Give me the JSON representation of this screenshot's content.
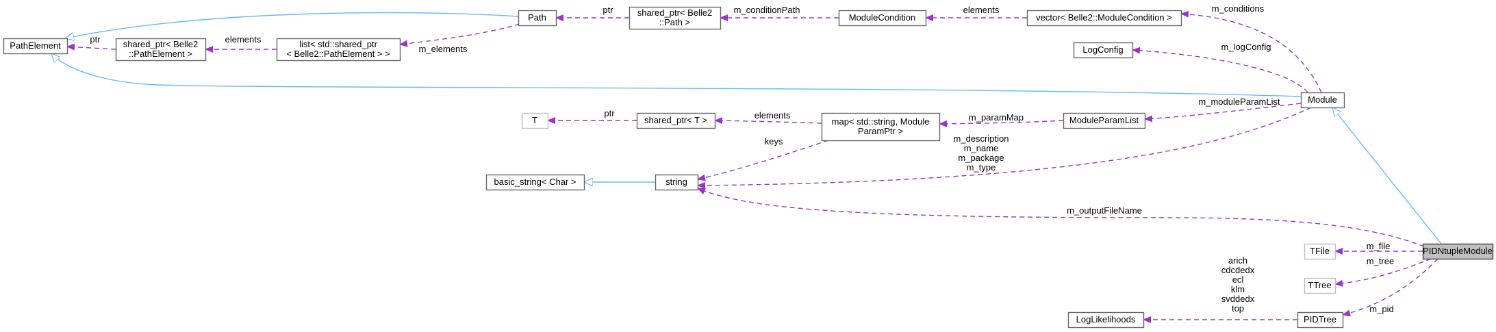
{
  "nodes": [
    {
      "id": "pathelement",
      "lines": [
        "PathElement"
      ]
    },
    {
      "id": "shared-ptr-pathelement",
      "lines": [
        "shared_ptr< Belle2",
        "::PathElement >"
      ]
    },
    {
      "id": "list-shared-ptr",
      "lines": [
        "list< std::shared_ptr",
        "< Belle2::PathElement > >"
      ]
    },
    {
      "id": "path",
      "lines": [
        "Path"
      ]
    },
    {
      "id": "shared-ptr-path",
      "lines": [
        "shared_ptr< Belle2",
        "::Path >"
      ]
    },
    {
      "id": "modulecondition",
      "lines": [
        "ModuleCondition"
      ]
    },
    {
      "id": "vector-modulecondition",
      "lines": [
        "vector< Belle2::ModuleCondition >"
      ]
    },
    {
      "id": "logconfig",
      "lines": [
        "LogConfig"
      ]
    },
    {
      "id": "module",
      "lines": [
        "Module"
      ]
    },
    {
      "id": "t",
      "lines": [
        "T"
      ],
      "style": "gray"
    },
    {
      "id": "shared-ptr-t",
      "lines": [
        "shared_ptr< T >"
      ]
    },
    {
      "id": "map-paramptr",
      "lines": [
        "map< std::string, Module",
        "ParamPtr >"
      ]
    },
    {
      "id": "moduleparamlist",
      "lines": [
        "ModuleParamList"
      ]
    },
    {
      "id": "basic-string",
      "lines": [
        "basic_string< Char >"
      ]
    },
    {
      "id": "string",
      "lines": [
        "string"
      ]
    },
    {
      "id": "tfile",
      "lines": [
        "TFile"
      ],
      "style": "gray"
    },
    {
      "id": "ttree",
      "lines": [
        "TTree"
      ],
      "style": "gray"
    },
    {
      "id": "pidntuplemodule",
      "lines": [
        "PIDNtupleModule"
      ],
      "style": "current"
    },
    {
      "id": "loglikelihoods",
      "lines": [
        "LogLikelihoods"
      ]
    },
    {
      "id": "pidtree",
      "lines": [
        "PIDTree"
      ]
    }
  ],
  "edges": [
    {
      "id": "shared-ptr-pathelement-to-pathelement",
      "kind": "use",
      "labels": [
        "ptr"
      ]
    },
    {
      "id": "list-to-shared-ptr-pathelement",
      "kind": "use",
      "labels": [
        "elements"
      ]
    },
    {
      "id": "path-to-list",
      "kind": "use",
      "labels": [
        "m_elements"
      ]
    },
    {
      "id": "path-inherits-pathelement",
      "kind": "inherit",
      "labels": []
    },
    {
      "id": "shared-ptr-path-to-path",
      "kind": "use",
      "labels": [
        "ptr"
      ]
    },
    {
      "id": "modulecondition-to-shared-ptr-path",
      "kind": "use",
      "labels": [
        "m_conditionPath"
      ]
    },
    {
      "id": "vector-to-modulecondition",
      "kind": "use",
      "labels": [
        "elements"
      ]
    },
    {
      "id": "module-to-vector",
      "kind": "use",
      "labels": [
        "m_conditions"
      ]
    },
    {
      "id": "module-to-logconfig",
      "kind": "use",
      "labels": [
        "m_logConfig"
      ]
    },
    {
      "id": "module-inherits-pathelement",
      "kind": "inherit",
      "labels": []
    },
    {
      "id": "module-to-moduleparamlist",
      "kind": "use",
      "labels": [
        "m_moduleParamList"
      ]
    },
    {
      "id": "moduleparamlist-to-map",
      "kind": "use",
      "labels": [
        "m_paramMap"
      ]
    },
    {
      "id": "map-to-shared-ptr-t",
      "kind": "use",
      "labels": [
        "elements"
      ]
    },
    {
      "id": "shared-ptr-t-to-t",
      "kind": "use",
      "labels": [
        "ptr"
      ]
    },
    {
      "id": "map-to-string",
      "kind": "use",
      "labels": [
        "keys"
      ]
    },
    {
      "id": "module-to-string",
      "kind": "use",
      "labels": [
        "m_description",
        "m_name",
        "m_package",
        "m_type"
      ]
    },
    {
      "id": "string-inherits-basic-string",
      "kind": "inherit",
      "labels": []
    },
    {
      "id": "pidntuplemodule-inherits-module",
      "kind": "inherit",
      "labels": []
    },
    {
      "id": "pidntuplemodule-to-string",
      "kind": "use",
      "labels": [
        "m_outputFileName"
      ]
    },
    {
      "id": "pidntuplemodule-to-tfile",
      "kind": "use",
      "labels": [
        "m_file"
      ]
    },
    {
      "id": "pidntuplemodule-to-ttree",
      "kind": "use",
      "labels": [
        "m_tree"
      ]
    },
    {
      "id": "pidntuplemodule-to-pidtree",
      "kind": "use",
      "labels": [
        "m_pid"
      ]
    },
    {
      "id": "pidtree-to-loglikelihoods",
      "kind": "use",
      "labels": [
        "arich",
        "cdcdedx",
        "ecl",
        "klm",
        "svddedx",
        "top"
      ]
    }
  ],
  "colors": {
    "inherit_edge": "#63b8ff",
    "use_edge": "#9a32cd",
    "node_border": "#666666",
    "external_node_border": "#bfbfbf",
    "current_node_fill": "#bfbfbf"
  }
}
